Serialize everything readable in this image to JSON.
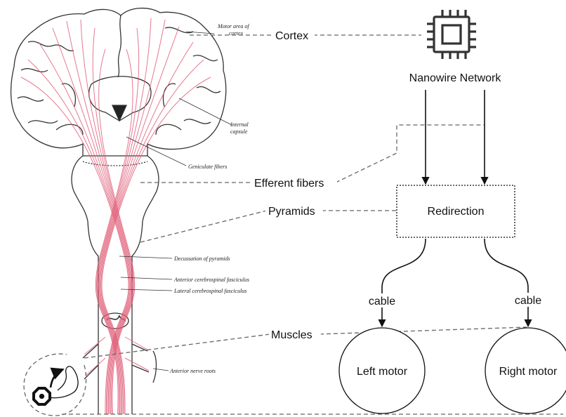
{
  "labels": {
    "cortex": "Cortex",
    "efferent": "Efferent fibers",
    "pyramids": "Pyramids",
    "muscles": "Muscles",
    "nanowire": "Nanowire Network",
    "redirection": "Redirection",
    "cable_left": "cable",
    "cable_right": "cable",
    "left_motor": "Left motor",
    "right_motor": "Right motor"
  },
  "annotations": {
    "motor_area_1": "Motor area of",
    "motor_area_2": "cortex",
    "internal_capsule_1": "Internal",
    "internal_capsule_2": "capsule",
    "geniculate": "Geniculate fibers",
    "decussation": "Decussation of pyramids",
    "anterior_fasciculus": "Anterior cerebrospinal fasciculus",
    "lateral_fasciculus": "Lateral cerebrospinal fasciculus",
    "nerve_roots": "Anterior nerve roots"
  },
  "colors": {
    "fiber": "#e0607a",
    "outline": "#333333",
    "dash": "#666666"
  },
  "icons": [
    "chip-icon",
    "arm-muscle-icon"
  ]
}
